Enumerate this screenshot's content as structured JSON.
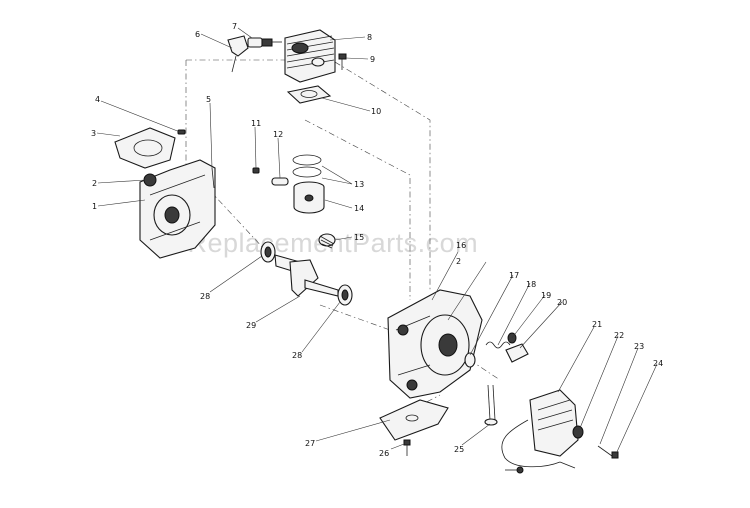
{
  "watermark": "eReplacementParts.com",
  "callouts": [
    {
      "id": "c1",
      "text": "1"
    },
    {
      "id": "c2a",
      "text": "2"
    },
    {
      "id": "c2b",
      "text": "2"
    },
    {
      "id": "c3",
      "text": "3"
    },
    {
      "id": "c4",
      "text": "4"
    },
    {
      "id": "c5",
      "text": "5"
    },
    {
      "id": "c6",
      "text": "6"
    },
    {
      "id": "c7",
      "text": "7"
    },
    {
      "id": "c8",
      "text": "8"
    },
    {
      "id": "c9",
      "text": "9"
    },
    {
      "id": "c10",
      "text": "10"
    },
    {
      "id": "c11",
      "text": "11"
    },
    {
      "id": "c12",
      "text": "12"
    },
    {
      "id": "c13",
      "text": "13"
    },
    {
      "id": "c14",
      "text": "14"
    },
    {
      "id": "c15",
      "text": "15"
    },
    {
      "id": "c16",
      "text": "16"
    },
    {
      "id": "c17",
      "text": "17"
    },
    {
      "id": "c18",
      "text": "18"
    },
    {
      "id": "c19",
      "text": "19"
    },
    {
      "id": "c20",
      "text": "20"
    },
    {
      "id": "c21",
      "text": "21"
    },
    {
      "id": "c22",
      "text": "22"
    },
    {
      "id": "c23",
      "text": "23"
    },
    {
      "id": "c24",
      "text": "24"
    },
    {
      "id": "c25",
      "text": "25"
    },
    {
      "id": "c26",
      "text": "26"
    },
    {
      "id": "c27",
      "text": "27"
    },
    {
      "id": "c28a",
      "text": "28"
    },
    {
      "id": "c28b",
      "text": "28"
    },
    {
      "id": "c29",
      "text": "29"
    }
  ]
}
